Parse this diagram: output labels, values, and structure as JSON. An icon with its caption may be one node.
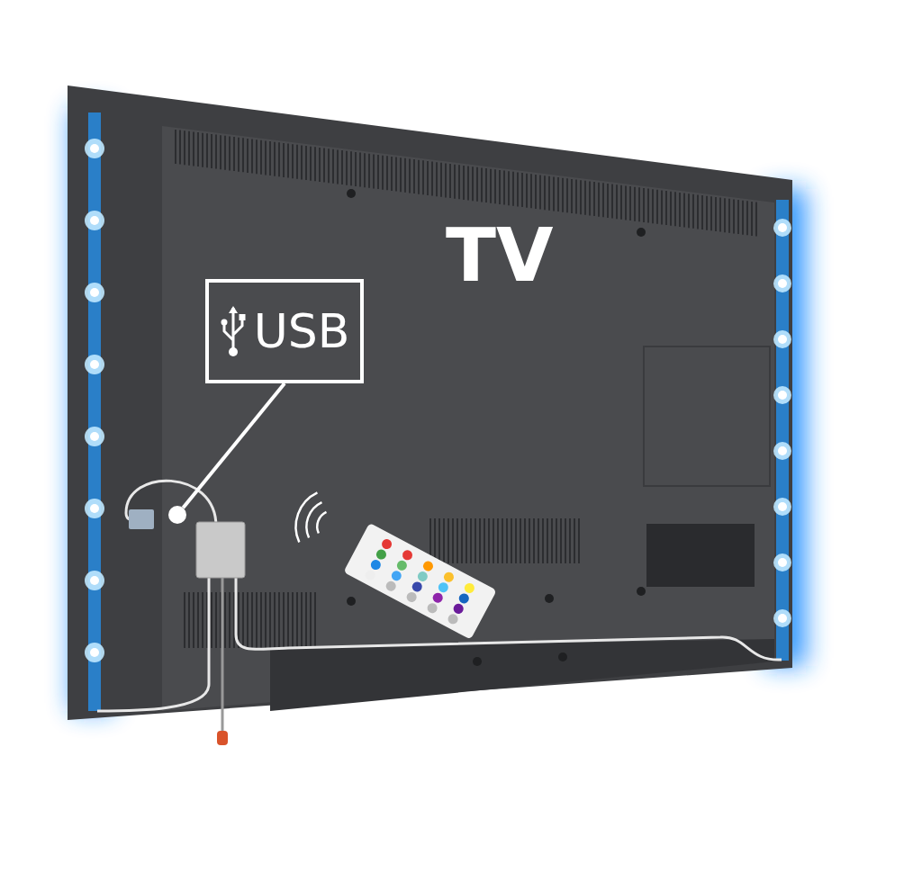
{
  "diagram": {
    "nodes": [
      {
        "text": [
          "USB"
        ]
      },
      {
        "text": [],
        "shape": "circle"
      }
    ],
    "edges": [
      {
        "from": 0,
        "to": 1,
        "arrow": "none"
      }
    ],
    "labels": [
      "TV"
    ]
  }
}
